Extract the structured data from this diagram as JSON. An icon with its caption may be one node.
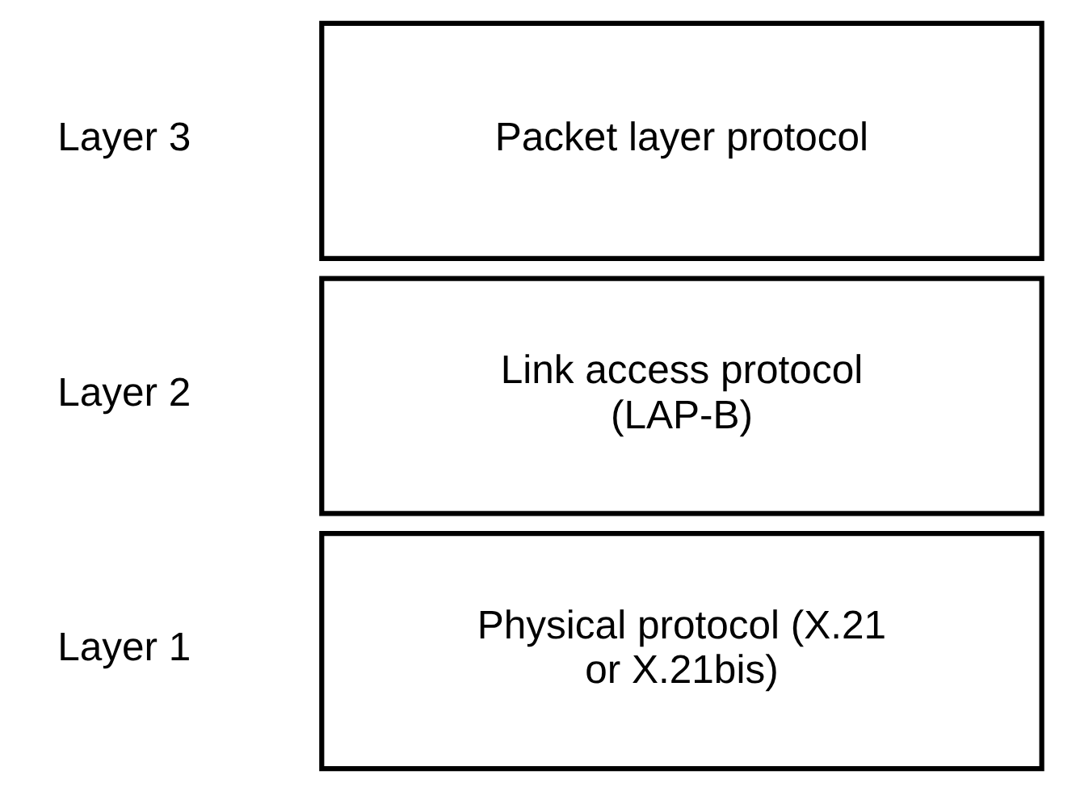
{
  "diagram": {
    "nodes": [
      {
        "text": [
          "Packet layer protocol"
        ],
        "beside": [
          "Layer 3"
        ]
      },
      {
        "text": [
          "Link access protocol (LAP-B)"
        ],
        "beside": [
          "Layer 2"
        ]
      },
      {
        "text": [
          "Physical protocol (X.21 or X.21bis)"
        ],
        "beside": [
          "Layer 1"
        ]
      }
    ]
  }
}
